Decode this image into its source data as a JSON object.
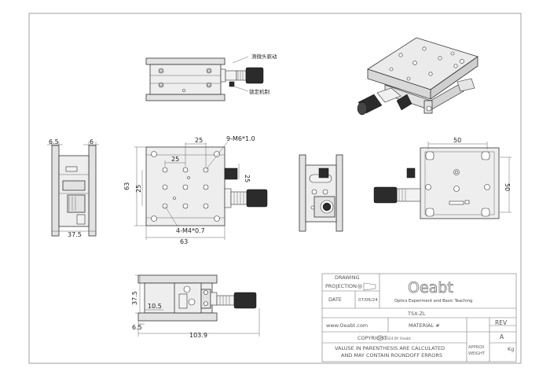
{
  "callouts": {
    "micrometer": "测微头驱动",
    "lock": "锁定机制"
  },
  "dims": {
    "top_w_left": "6.5",
    "top_w_right": "6",
    "side_w": "37.5",
    "pitch_h": "25",
    "pitch_inner": "25",
    "thread": "9-M6*1.0",
    "side_25": "25",
    "height_63": "63",
    "height_25": "25",
    "mount": "4-M4*0.7",
    "width_63": "63",
    "rt_top": "50",
    "rt_side": "50",
    "front_h": "37.5",
    "front_off": "10.5",
    "front_base": "6.5",
    "front_len": "103.9"
  },
  "title_block": {
    "drawing_label": "DRAWING",
    "projection_label": "PROJECTION",
    "date_label": "DATE",
    "date_value": "07/06/24",
    "logo_text": "Oeabt",
    "logo_subtitle": "Optics Experiment and Basic Teaching",
    "part_name": "TSX-ZL",
    "website": "www.Oeabt.com",
    "material": "MATERIAL #",
    "rev_label": "REV",
    "rev_value": "A",
    "copyright_label": "COPYRIGHT",
    "copyright_year": "2024 BY Oeabt",
    "note_line1": "VALUSE IN PARENTHESIS ARE CALCULATED",
    "note_line2": "AND MAY CONTAIN ROUNDOFF ERRORS",
    "approx_label": "APPROX",
    "weight_label": "WEIGHT",
    "weight_unit": "Kg"
  }
}
